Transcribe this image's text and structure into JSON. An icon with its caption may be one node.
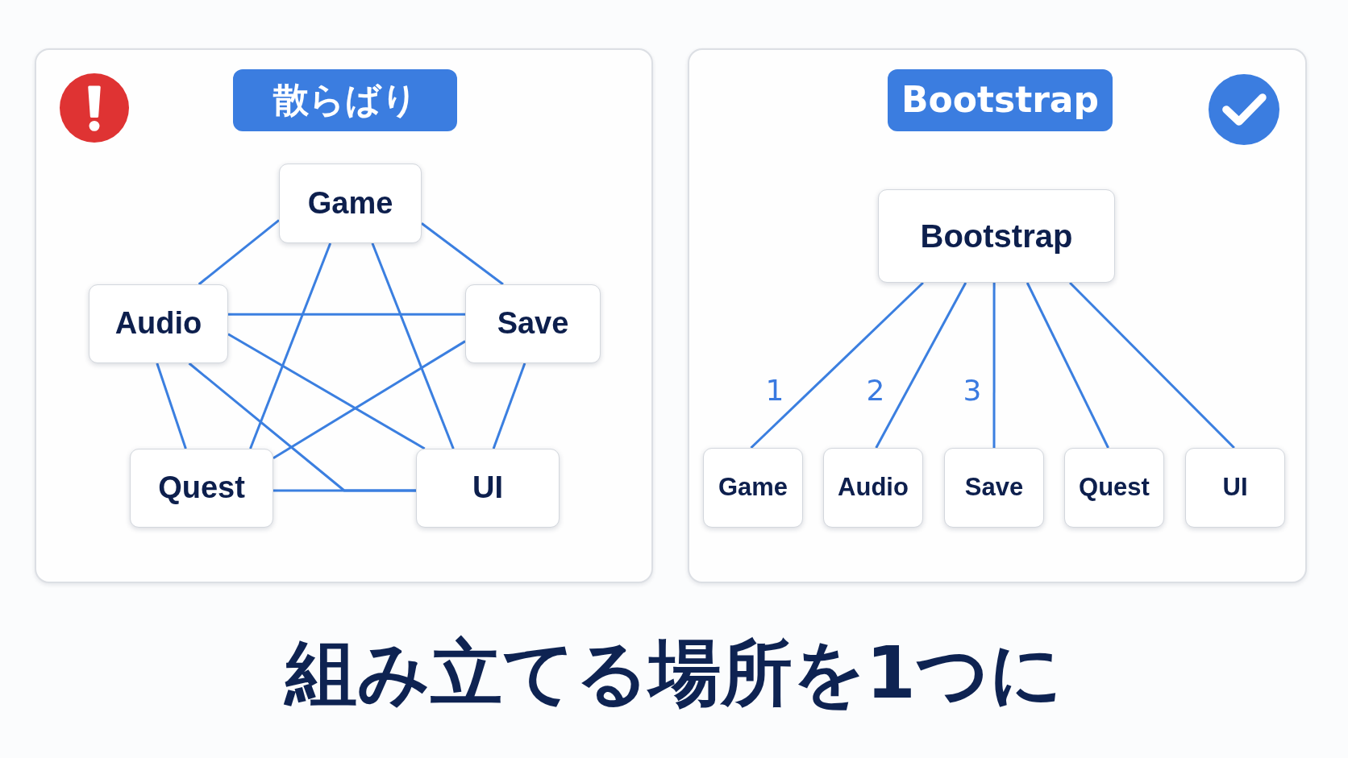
{
  "diagram": {
    "caption": "組み立てる場所を1つに",
    "nodes": [
      {
        "text": [],
        "shape": "box"
      },
      {
        "text": [
          "散らばり"
        ],
        "in": 0
      },
      {
        "text": [
          "Game"
        ],
        "in": 0
      },
      {
        "text": [
          "Audio"
        ],
        "in": 0
      },
      {
        "text": [
          "Save"
        ],
        "in": 0
      },
      {
        "text": [
          "Quest"
        ],
        "in": 0
      },
      {
        "text": [
          "UI"
        ],
        "in": 0
      },
      {
        "text": [],
        "shape": "box"
      },
      {
        "text": [
          "Bootstrap"
        ],
        "in": 7
      },
      {
        "text": [
          "Bootstrap"
        ],
        "in": 7
      },
      {
        "text": [
          "Game"
        ],
        "in": 7
      },
      {
        "text": [
          "Audio"
        ],
        "in": 7
      },
      {
        "text": [
          "Save"
        ],
        "in": 7
      },
      {
        "text": [
          "Quest"
        ],
        "in": 7
      },
      {
        "text": [
          "UI"
        ],
        "in": 7
      }
    ],
    "edges": [
      {
        "from": 2,
        "to": 3,
        "arrow": "none"
      },
      {
        "from": 2,
        "to": 4,
        "arrow": "none"
      },
      {
        "from": 2,
        "to": 5,
        "arrow": "none"
      },
      {
        "from": 2,
        "to": 6,
        "arrow": "none"
      },
      {
        "from": 3,
        "to": 4,
        "arrow": "none"
      },
      {
        "from": 3,
        "to": 5,
        "arrow": "none"
      },
      {
        "from": 3,
        "to": 6,
        "arrow": "none"
      },
      {
        "from": 3,
        "to": 6,
        "arrow": "none"
      },
      {
        "from": 4,
        "to": 5,
        "arrow": "none"
      },
      {
        "from": 4,
        "to": 6,
        "arrow": "none"
      },
      {
        "from": 5,
        "to": 6,
        "arrow": "none"
      },
      {
        "from": 9,
        "to": 10,
        "arrow": "none",
        "label": "1"
      },
      {
        "from": 9,
        "to": 11,
        "arrow": "none",
        "label": "2"
      },
      {
        "from": 9,
        "to": 12,
        "arrow": "none",
        "label": "3"
      },
      {
        "from": 9,
        "to": 13,
        "arrow": "none"
      },
      {
        "from": 9,
        "to": 14,
        "arrow": "none"
      }
    ]
  }
}
